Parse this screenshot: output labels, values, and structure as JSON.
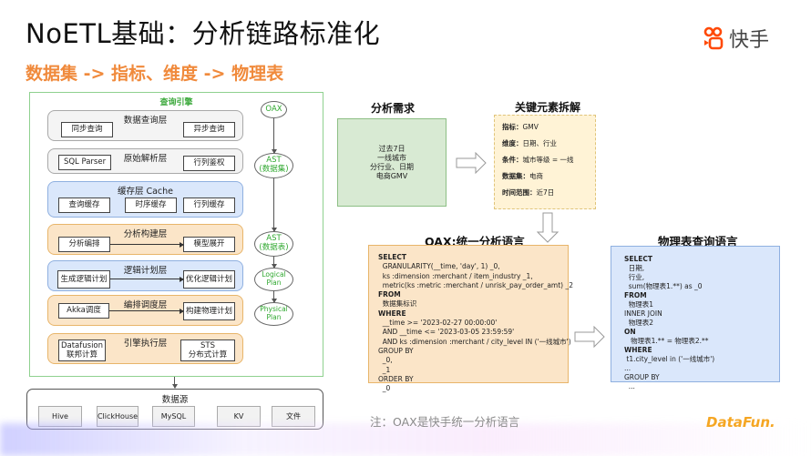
{
  "header": {
    "title": "NoETL基础：分析链路标准化",
    "subtitle": "数据集 -> 指标、维度 -> 物理表",
    "brand": "快手",
    "brand_color": "#ff4906",
    "accent_color": "#f08a3c"
  },
  "engine": {
    "title": "查询引擎",
    "layers": [
      {
        "title": "数据查询层",
        "items": [
          "同步查询",
          "异步查询"
        ]
      },
      {
        "title": "原始解析层",
        "items": [
          "SQL Parser",
          "行列鉴权"
        ]
      },
      {
        "title": "缓存层 Cache",
        "items": [
          "查询缓存",
          "时序缓存",
          "行列缓存"
        ]
      },
      {
        "title": "分析构建层",
        "items": [
          "分析编排",
          "模型展开"
        ]
      },
      {
        "title": "逻辑计划层",
        "items": [
          "生成逻辑计划",
          "优化逻辑计划"
        ]
      },
      {
        "title": "编排调度层",
        "items": [
          "Akka调度",
          "构建物理计划"
        ]
      },
      {
        "title": "引擎执行层",
        "items": [
          "Datafusion\n联邦计算",
          "STS\n分布式计算"
        ]
      }
    ],
    "flow": [
      "OAX",
      "AST\n(数据集)",
      "AST\n(数据表)",
      "Logical\nPlan",
      "Physical\nPlan"
    ]
  },
  "datasource": {
    "title": "数据源",
    "items": [
      "Hive",
      "ClickHouse",
      "MySQL",
      "KV",
      "文件"
    ]
  },
  "requirement": {
    "title": "分析需求",
    "lines": [
      "过去7日",
      "一线城市",
      "分行业、日期",
      "电商GMV"
    ]
  },
  "key_elements": {
    "title": "关键元素拆解",
    "rows": [
      {
        "label": "指标：",
        "value": "GMV"
      },
      {
        "label": "维度：",
        "value": "日期、行业"
      },
      {
        "label": "条件：",
        "value": "城市等级 = 一线"
      },
      {
        "label": "数据集：",
        "value": "电商"
      },
      {
        "label": "时间范围：",
        "value": "近7日"
      }
    ]
  },
  "oax": {
    "title": "OAX:统一分析语言",
    "lines": [
      {
        "text": "SELECT",
        "bold": true
      },
      {
        "text": "  GRANULARITY(__time, 'day', 1) _0,",
        "bold": false
      },
      {
        "text": "  ks :dimension :merchant / item_industry _1,",
        "bold": false
      },
      {
        "text": "  metric(ks :metric :merchant / unrisk_pay_order_amt) _2",
        "bold": false
      },
      {
        "text": "FROM",
        "bold": true
      },
      {
        "text": "  数据集标识",
        "bold": false
      },
      {
        "text": "WHERE",
        "bold": true
      },
      {
        "text": "  __time >= '2023-02-27 00:00:00'",
        "bold": false
      },
      {
        "text": "  AND __time <= '2023-03-05 23:59:59'",
        "bold": false
      },
      {
        "text": "  AND ks :dimension :merchant / city_level IN ('一线城市')",
        "bold": false
      },
      {
        "text": "GROUP BY",
        "bold": false
      },
      {
        "text": "  _0,",
        "bold": false
      },
      {
        "text": "  _1",
        "bold": false
      },
      {
        "text": "ORDER BY",
        "bold": false
      },
      {
        "text": "  _0",
        "bold": false
      }
    ]
  },
  "physical": {
    "title": "物理表查询语言",
    "lines": [
      {
        "text": "SELECT",
        "bold": true
      },
      {
        "text": "  日期,",
        "bold": false
      },
      {
        "text": "  行业,",
        "bold": false
      },
      {
        "text": "  sum(物理表1.**) as _0",
        "bold": false
      },
      {
        "text": "FROM",
        "bold": true
      },
      {
        "text": "  物理表1",
        "bold": false
      },
      {
        "text": "INNER JOIN",
        "bold": false
      },
      {
        "text": "  物理表2",
        "bold": false
      },
      {
        "text": "ON",
        "bold": true
      },
      {
        "text": "   物理表1.** = 物理表2.**",
        "bold": false
      },
      {
        "text": "WHERE",
        "bold": true
      },
      {
        "text": " t1.city_level in ('一线城市')",
        "bold": false
      },
      {
        "text": "...",
        "bold": false
      },
      {
        "text": "GROUP BY",
        "bold": false
      },
      {
        "text": "  ...",
        "bold": false
      }
    ]
  },
  "footer": {
    "note": "注：OAX是快手统一分析语言",
    "logo": "DataFun."
  }
}
